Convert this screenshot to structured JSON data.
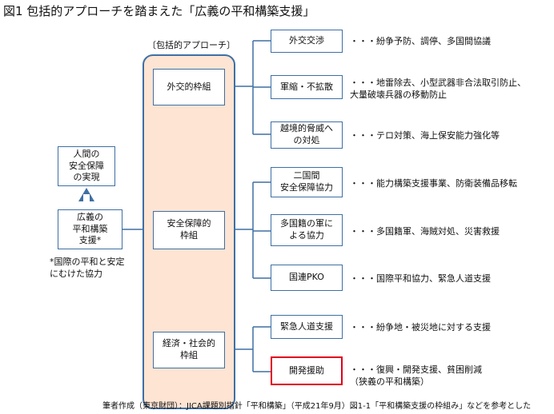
{
  "title": "図1 包括的アプローチを踏まえた「広義の平和構築支援」",
  "panel_label": "〔包括的アプローチ〕",
  "left": {
    "human_security": "人間の\n安全保障\nの実現",
    "broad_peace": "広義の\n平和構築\n支援*",
    "footnote": "*国際の平和と安定\nにむけた協力"
  },
  "frameworks": {
    "diplomatic": "外交的枠組",
    "security": "安全保障的\n枠組",
    "economic": "経済・社会的\n枠組"
  },
  "items": [
    {
      "label": "外交交渉",
      "desc": "・・・紛争予防、調停、多国間協議"
    },
    {
      "label": "軍縮・不拡散",
      "desc": "・・・地雷除去、小型武器非合法取引防止、\n大量破壊兵器の移動防止"
    },
    {
      "label": "越境的脅威へ\nの対処",
      "desc": "・・・テロ対策、海上保安能力強化等"
    },
    {
      "label": "二国間\n安全保障協力",
      "desc": "・・・能力構築支援事業、防衛装備品移転"
    },
    {
      "label": "多国籍の軍に\nよる協力",
      "desc": "・・・多国籍軍、海賊対処、災害救援"
    },
    {
      "label": "国連PKO",
      "desc": "・・・国際平和協力、緊急人道支援"
    },
    {
      "label": "緊急人道支援",
      "desc": "・・・紛争地・被災地に対する支援"
    },
    {
      "label": "開発援助",
      "desc": "・・・復興・開発支援、貧困削減\n（狭義の平和構築）"
    }
  ],
  "footer": "筆者作成（東京財団）：JICA課題別指針「平和構築」（平成21年9月）図1-1「平和構築支援の枠組み」などを参考とした",
  "colors": {
    "border": "#3f6fa3",
    "panel_fill": "#fde4d3",
    "highlight": "#e0001b",
    "arrow": "#3f6fa3",
    "dashed": "#c0302a"
  }
}
